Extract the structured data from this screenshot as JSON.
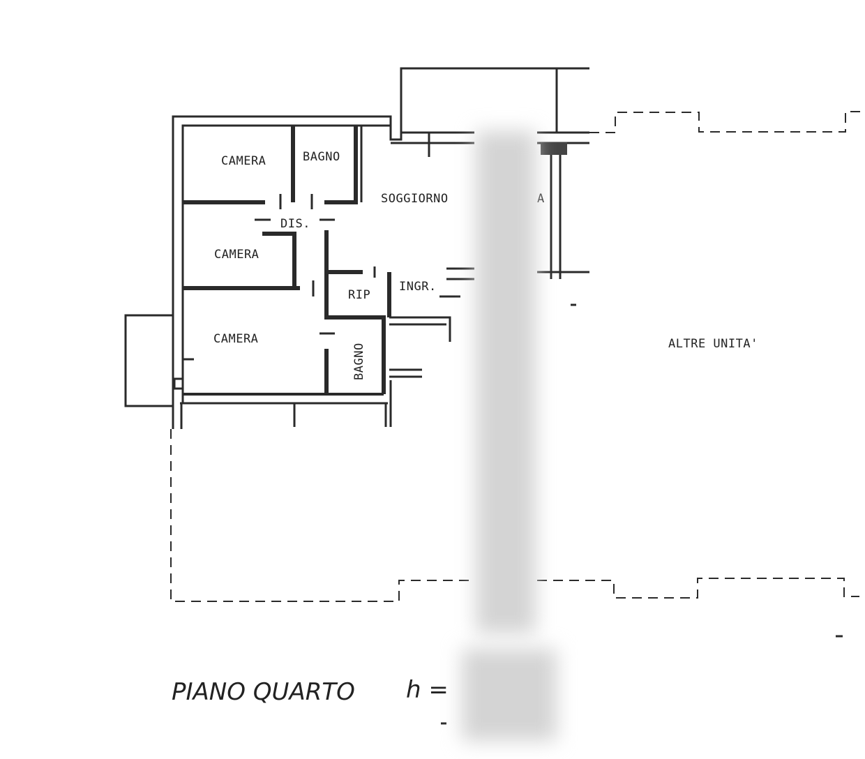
{
  "rooms": {
    "camera_1": "CAMERA",
    "bagno_1": "BAGNO",
    "soggiorno": "SOGGIORNO",
    "partial_label": "A",
    "dis": "DIS.",
    "camera_2": "CAMERA",
    "rip": "RIP",
    "ingr": "INGR.",
    "camera_3": "CAMERA",
    "bagno_2": "BAGNO",
    "altre_unita": "ALTRE UNITA'"
  },
  "footer": {
    "floor": "PIANO  QUARTO",
    "height_label": "h ="
  },
  "colors": {
    "wall": "#333333",
    "background": "#ffffff",
    "redaction": "#d4d4d4"
  }
}
